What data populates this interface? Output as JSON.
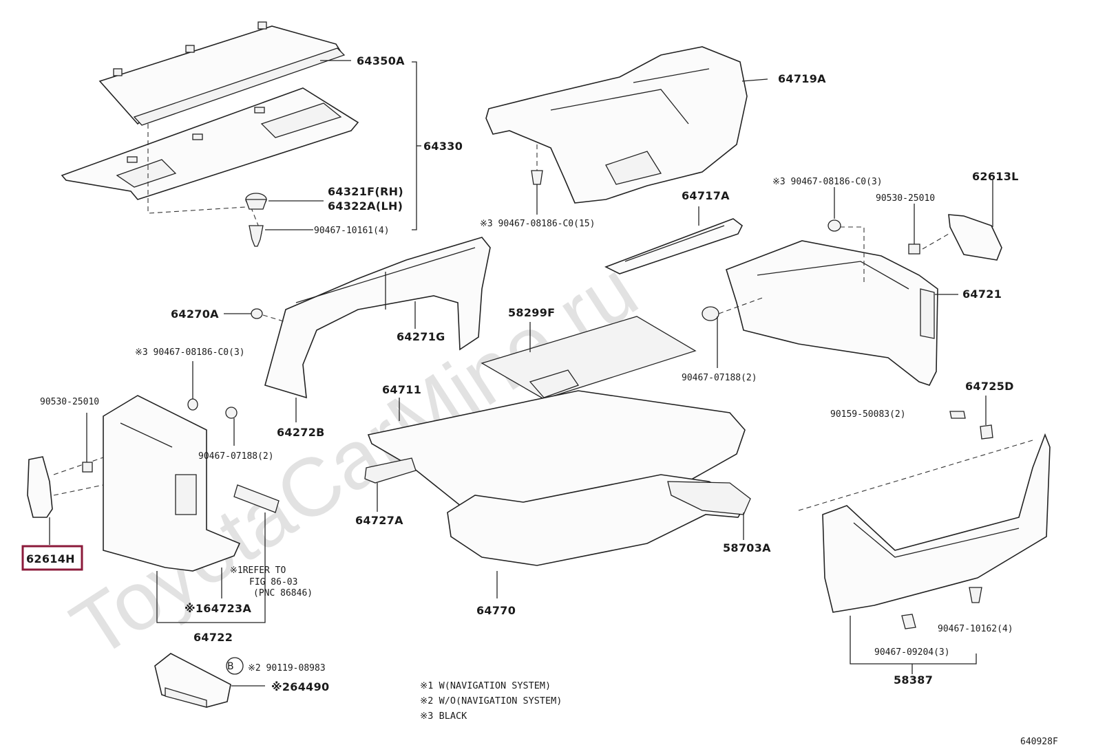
{
  "watermark": "ToyotaCarMine.ru",
  "diagram_code": "640928F",
  "highlighted_part": "62614H",
  "labels": {
    "p64350A": "64350A",
    "p64330": "64330",
    "p64321F": "64321F(RH)",
    "p64322A": "64322A(LH)",
    "p90467_10161": "90467-10161(4)",
    "p64719A": "64719A",
    "p90467_08186_15": "※3 90467-08186-C0(15)",
    "p64717A": "64717A",
    "p90467_08186_3a": "※3 90467-08186-C0(3)",
    "p62613L": "62613L",
    "p90530_25010a": "90530-25010",
    "p64721": "64721",
    "p64270A": "64270A",
    "p64271G": "64271G",
    "p58299F": "58299F",
    "p90467_07188a": "90467-07188(2)",
    "p90467_08186_3b": "※3 90467-08186-C0(3)",
    "p90530_25010b": "90530-25010",
    "p64711": "64711",
    "p64725D": "64725D",
    "p90159_50083": "90159-50083(2)",
    "p64272B": "64272B",
    "p90467_07188b": "90467-07188(2)",
    "p64727A": "64727A",
    "p62614H": "62614H",
    "p58703A": "58703A",
    "refer1": "※1REFER TO",
    "refer2": "FIG 86-03",
    "refer3": "(PNC 86846)",
    "p64723A": "※164723A",
    "p64770": "64770",
    "p90467_10162": "90467-10162(4)",
    "p64722": "64722",
    "p90467_09204": "90467-09204(3)",
    "p90119_08983": "※2 90119-08983",
    "p64490": "※264490",
    "p58387": "58387",
    "badgeB": "B"
  },
  "notes": [
    "※1 W(NAVIGATION SYSTEM)",
    "※2 W/O(NAVIGATION SYSTEM)",
    "※3 BLACK"
  ]
}
